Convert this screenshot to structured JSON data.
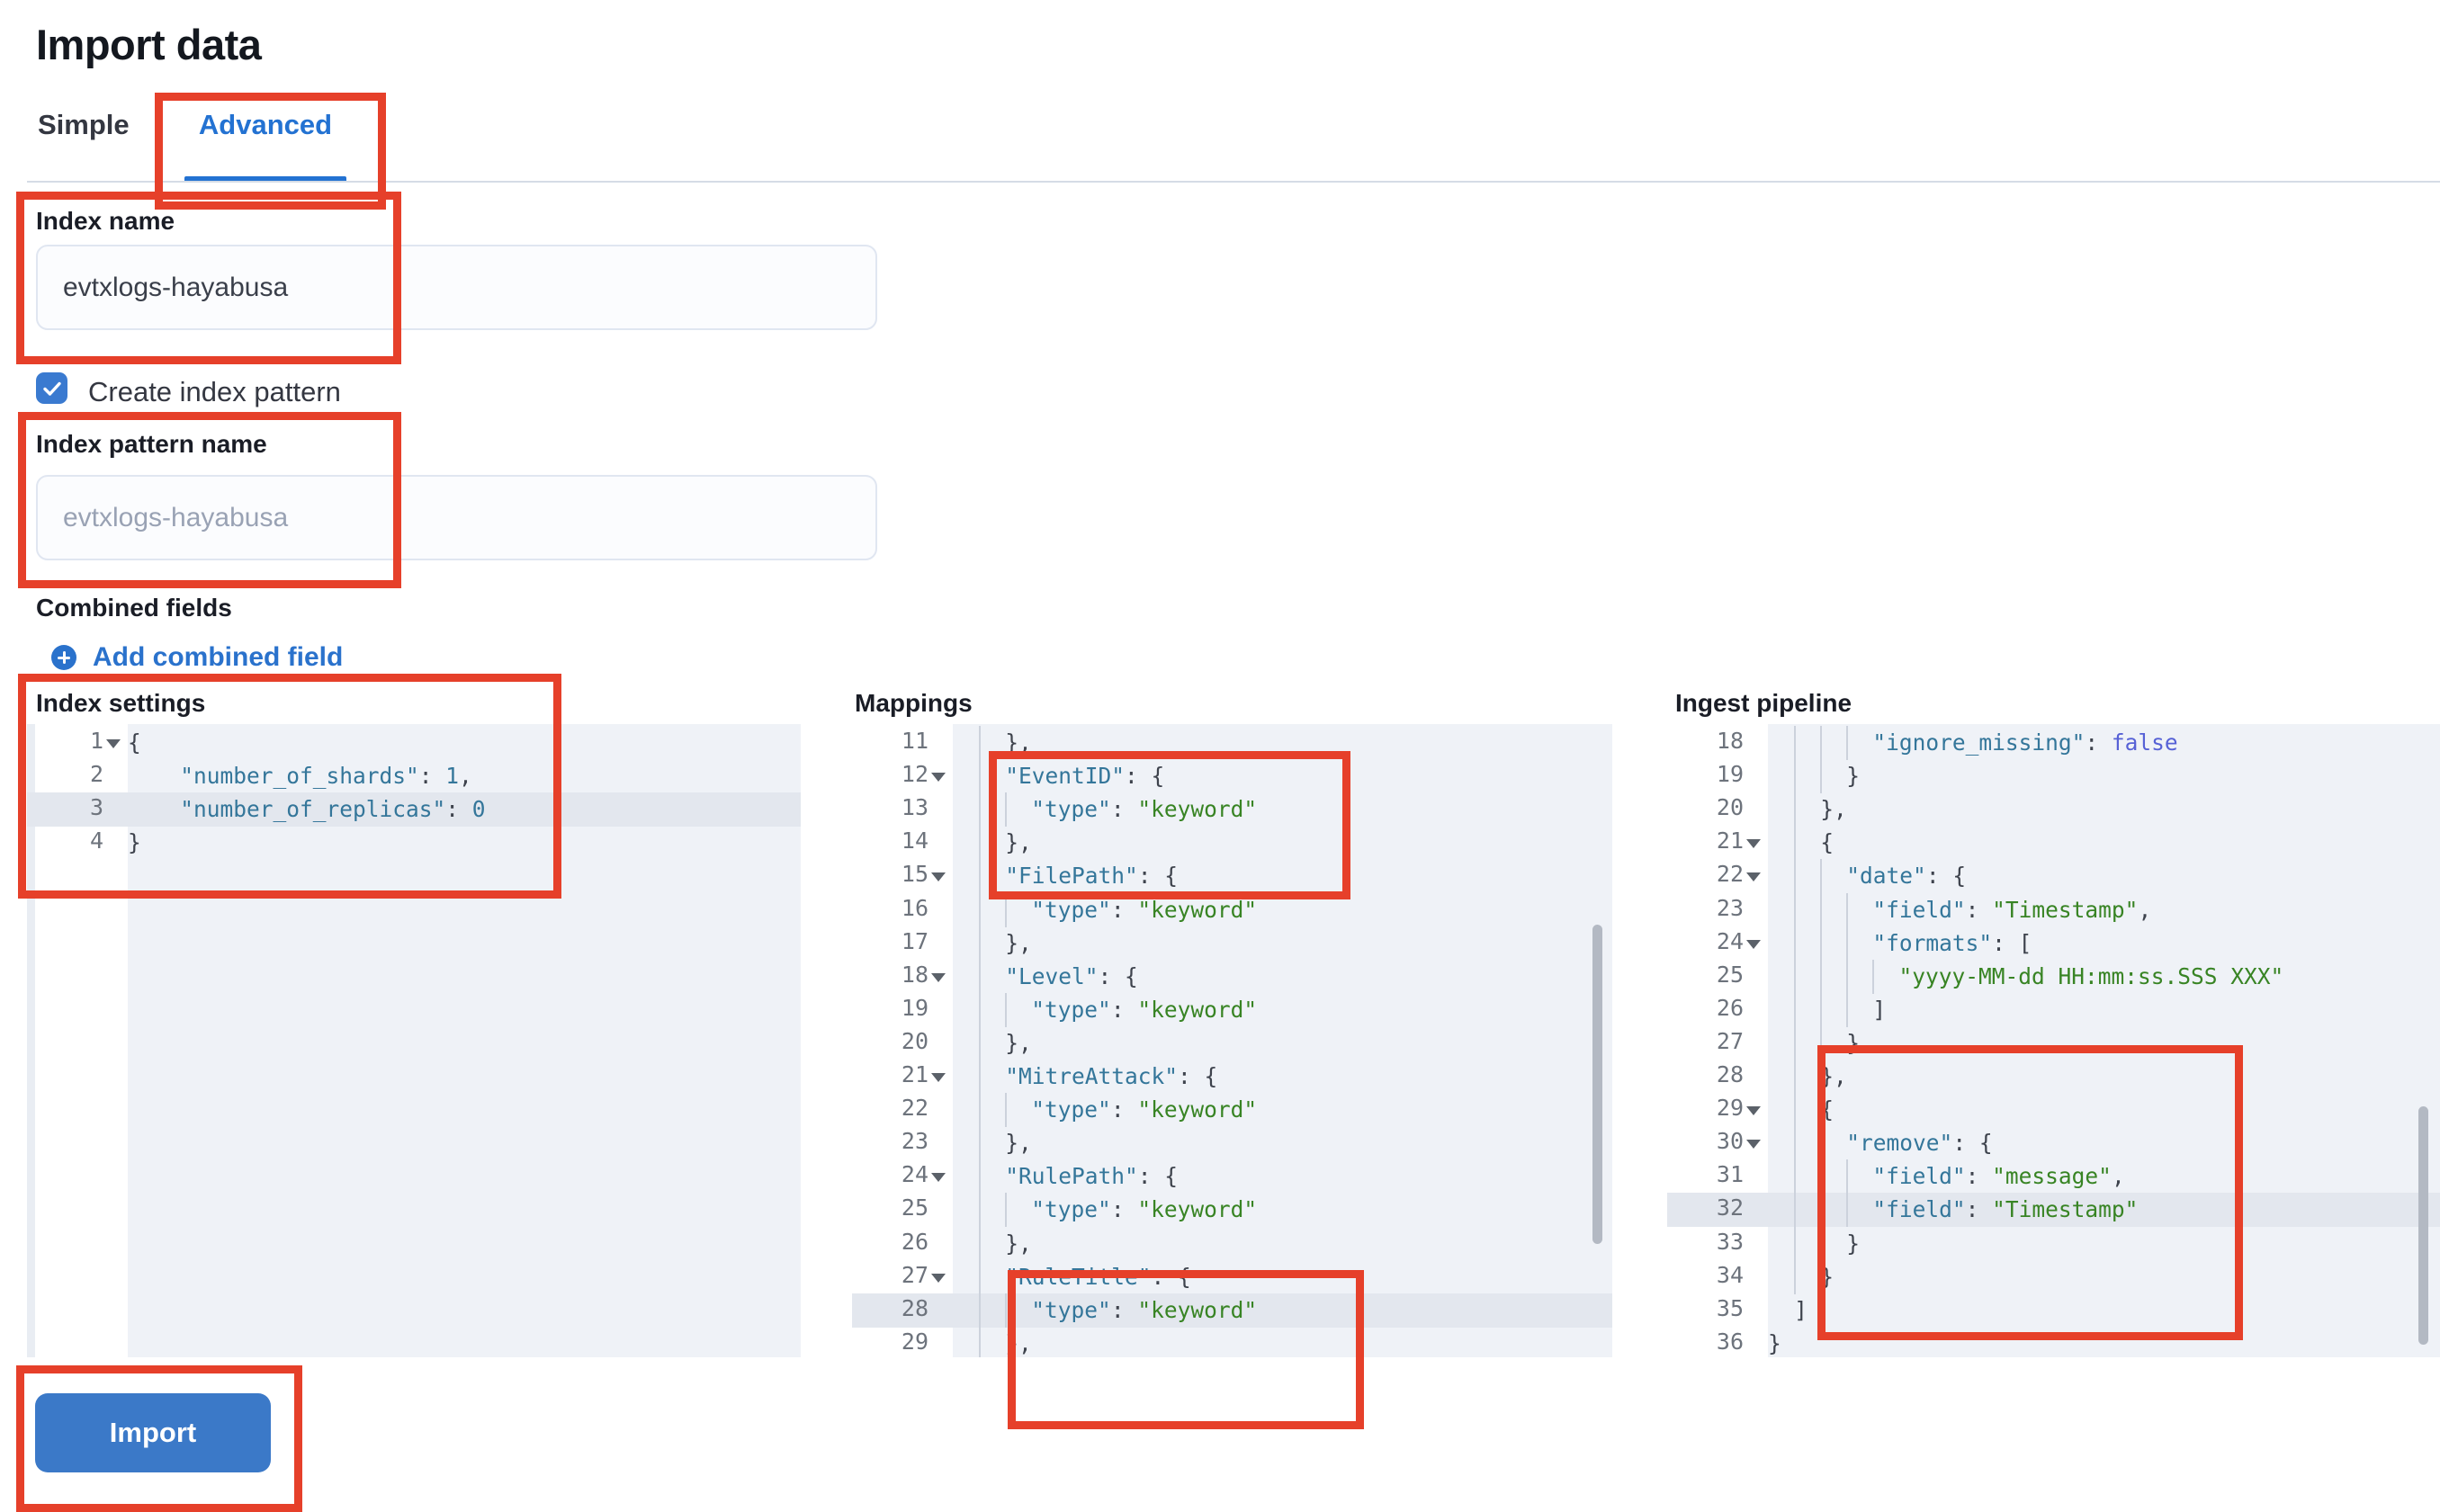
{
  "page": {
    "title": "Import data"
  },
  "tabs": {
    "simple": "Simple",
    "advanced": "Advanced",
    "selected": "Advanced"
  },
  "form": {
    "index_name": {
      "label": "Index name",
      "value": "evtxlogs-hayabusa"
    },
    "create_index_pattern": {
      "label": "Create index pattern",
      "checked": true
    },
    "index_pattern_name": {
      "label": "Index pattern name",
      "placeholder": "evtxlogs-hayabusa"
    },
    "combined_fields": {
      "label": "Combined fields",
      "add_link": "Add combined field"
    }
  },
  "editors": [
    {
      "id": "index-settings",
      "label": "Index settings",
      "lines": [
        {
          "n": 1,
          "fold": true,
          "g": 0,
          "i": 0,
          "hl": false,
          "t": [
            [
              "p",
              "{"
            ]
          ]
        },
        {
          "n": 2,
          "fold": false,
          "g": 0,
          "i": 4,
          "hl": false,
          "t": [
            [
              "k",
              "\"number_of_shards\""
            ],
            [
              "p",
              ": "
            ],
            [
              "n",
              "1"
            ],
            [
              "p",
              ","
            ]
          ]
        },
        {
          "n": 3,
          "fold": false,
          "g": 0,
          "i": 4,
          "hl": true,
          "t": [
            [
              "k",
              "\"number_of_replicas\""
            ],
            [
              "p",
              ": "
            ],
            [
              "n",
              "0"
            ]
          ]
        },
        {
          "n": 4,
          "fold": false,
          "g": 0,
          "i": 0,
          "hl": false,
          "t": [
            [
              "p",
              "}"
            ]
          ]
        }
      ]
    },
    {
      "id": "mappings",
      "label": "Mappings",
      "lines": [
        {
          "n": 11,
          "fold": false,
          "g": 1,
          "i": 4,
          "hl": false,
          "t": [
            [
              "p",
              "},"
            ]
          ]
        },
        {
          "n": 12,
          "fold": true,
          "g": 1,
          "i": 4,
          "hl": false,
          "t": [
            [
              "k",
              "\"EventID\""
            ],
            [
              "p",
              ": {"
            ]
          ]
        },
        {
          "n": 13,
          "fold": false,
          "g": 2,
          "i": 6,
          "hl": false,
          "t": [
            [
              "k",
              "\"type\""
            ],
            [
              "p",
              ": "
            ],
            [
              "s",
              "\"keyword\""
            ]
          ]
        },
        {
          "n": 14,
          "fold": false,
          "g": 1,
          "i": 4,
          "hl": false,
          "t": [
            [
              "p",
              "},"
            ]
          ]
        },
        {
          "n": 15,
          "fold": true,
          "g": 1,
          "i": 4,
          "hl": false,
          "t": [
            [
              "k",
              "\"FilePath\""
            ],
            [
              "p",
              ": {"
            ]
          ]
        },
        {
          "n": 16,
          "fold": false,
          "g": 2,
          "i": 6,
          "hl": false,
          "t": [
            [
              "k",
              "\"type\""
            ],
            [
              "p",
              ": "
            ],
            [
              "s",
              "\"keyword\""
            ]
          ]
        },
        {
          "n": 17,
          "fold": false,
          "g": 1,
          "i": 4,
          "hl": false,
          "t": [
            [
              "p",
              "},"
            ]
          ]
        },
        {
          "n": 18,
          "fold": true,
          "g": 1,
          "i": 4,
          "hl": false,
          "t": [
            [
              "k",
              "\"Level\""
            ],
            [
              "p",
              ": {"
            ]
          ]
        },
        {
          "n": 19,
          "fold": false,
          "g": 2,
          "i": 6,
          "hl": false,
          "t": [
            [
              "k",
              "\"type\""
            ],
            [
              "p",
              ": "
            ],
            [
              "s",
              "\"keyword\""
            ]
          ]
        },
        {
          "n": 20,
          "fold": false,
          "g": 1,
          "i": 4,
          "hl": false,
          "t": [
            [
              "p",
              "},"
            ]
          ]
        },
        {
          "n": 21,
          "fold": true,
          "g": 1,
          "i": 4,
          "hl": false,
          "t": [
            [
              "k",
              "\"MitreAttack\""
            ],
            [
              "p",
              ": {"
            ]
          ]
        },
        {
          "n": 22,
          "fold": false,
          "g": 2,
          "i": 6,
          "hl": false,
          "t": [
            [
              "k",
              "\"type\""
            ],
            [
              "p",
              ": "
            ],
            [
              "s",
              "\"keyword\""
            ]
          ]
        },
        {
          "n": 23,
          "fold": false,
          "g": 1,
          "i": 4,
          "hl": false,
          "t": [
            [
              "p",
              "},"
            ]
          ]
        },
        {
          "n": 24,
          "fold": true,
          "g": 1,
          "i": 4,
          "hl": false,
          "t": [
            [
              "k",
              "\"RulePath\""
            ],
            [
              "p",
              ": {"
            ]
          ]
        },
        {
          "n": 25,
          "fold": false,
          "g": 2,
          "i": 6,
          "hl": false,
          "t": [
            [
              "k",
              "\"type\""
            ],
            [
              "p",
              ": "
            ],
            [
              "s",
              "\"keyword\""
            ]
          ]
        },
        {
          "n": 26,
          "fold": false,
          "g": 1,
          "i": 4,
          "hl": false,
          "t": [
            [
              "p",
              "},"
            ]
          ]
        },
        {
          "n": 27,
          "fold": true,
          "g": 1,
          "i": 4,
          "hl": false,
          "t": [
            [
              "k",
              "\"RuleTitle\""
            ],
            [
              "p",
              ": {"
            ]
          ]
        },
        {
          "n": 28,
          "fold": false,
          "g": 2,
          "i": 6,
          "hl": true,
          "t": [
            [
              "k",
              "\"type\""
            ],
            [
              "p",
              ": "
            ],
            [
              "s",
              "\"keyword\""
            ]
          ]
        },
        {
          "n": 29,
          "fold": false,
          "g": 1,
          "i": 4,
          "hl": false,
          "t": [
            [
              "p",
              "},"
            ]
          ]
        }
      ]
    },
    {
      "id": "ingest-pipeline",
      "label": "Ingest pipeline",
      "lines": [
        {
          "n": 18,
          "fold": false,
          "g": 3,
          "i": 8,
          "hl": false,
          "t": [
            [
              "k",
              "\"ignore_missing\""
            ],
            [
              "p",
              ": "
            ],
            [
              "b",
              "false"
            ]
          ]
        },
        {
          "n": 19,
          "fold": false,
          "g": 2,
          "i": 6,
          "hl": false,
          "t": [
            [
              "p",
              "}"
            ]
          ]
        },
        {
          "n": 20,
          "fold": false,
          "g": 1,
          "i": 4,
          "hl": false,
          "t": [
            [
              "p",
              "},"
            ]
          ]
        },
        {
          "n": 21,
          "fold": true,
          "g": 1,
          "i": 4,
          "hl": false,
          "t": [
            [
              "p",
              "{"
            ]
          ]
        },
        {
          "n": 22,
          "fold": true,
          "g": 2,
          "i": 6,
          "hl": false,
          "t": [
            [
              "k",
              "\"date\""
            ],
            [
              "p",
              ": {"
            ]
          ]
        },
        {
          "n": 23,
          "fold": false,
          "g": 3,
          "i": 8,
          "hl": false,
          "t": [
            [
              "k",
              "\"field\""
            ],
            [
              "p",
              ": "
            ],
            [
              "s",
              "\"Timestamp\""
            ],
            [
              "p",
              ","
            ]
          ]
        },
        {
          "n": 24,
          "fold": true,
          "g": 3,
          "i": 8,
          "hl": false,
          "t": [
            [
              "k",
              "\"formats\""
            ],
            [
              "p",
              ": ["
            ]
          ]
        },
        {
          "n": 25,
          "fold": false,
          "g": 4,
          "i": 10,
          "hl": false,
          "t": [
            [
              "s",
              "\"yyyy-MM-dd HH:mm:ss.SSS XXX\""
            ]
          ]
        },
        {
          "n": 26,
          "fold": false,
          "g": 3,
          "i": 8,
          "hl": false,
          "t": [
            [
              "p",
              "]"
            ]
          ]
        },
        {
          "n": 27,
          "fold": false,
          "g": 2,
          "i": 6,
          "hl": false,
          "t": [
            [
              "p",
              "}"
            ]
          ]
        },
        {
          "n": 28,
          "fold": false,
          "g": 1,
          "i": 4,
          "hl": false,
          "t": [
            [
              "p",
              "},"
            ]
          ]
        },
        {
          "n": 29,
          "fold": true,
          "g": 1,
          "i": 4,
          "hl": false,
          "t": [
            [
              "p",
              "{"
            ]
          ]
        },
        {
          "n": 30,
          "fold": true,
          "g": 2,
          "i": 6,
          "hl": false,
          "t": [
            [
              "k",
              "\"remove\""
            ],
            [
              "p",
              ": {"
            ]
          ]
        },
        {
          "n": 31,
          "fold": false,
          "g": 3,
          "i": 8,
          "hl": false,
          "t": [
            [
              "k",
              "\"field\""
            ],
            [
              "p",
              ": "
            ],
            [
              "s",
              "\"message\""
            ],
            [
              "p",
              ","
            ]
          ]
        },
        {
          "n": 32,
          "fold": false,
          "g": 3,
          "i": 8,
          "hl": true,
          "t": [
            [
              "k",
              "\"field\""
            ],
            [
              "p",
              ": "
            ],
            [
              "s",
              "\"Timestamp\""
            ]
          ]
        },
        {
          "n": 33,
          "fold": false,
          "g": 2,
          "i": 6,
          "hl": false,
          "t": [
            [
              "p",
              "}"
            ]
          ]
        },
        {
          "n": 34,
          "fold": false,
          "g": 1,
          "i": 4,
          "hl": false,
          "t": [
            [
              "p",
              "}"
            ]
          ]
        },
        {
          "n": 35,
          "fold": false,
          "g": 0,
          "i": 2,
          "hl": false,
          "t": [
            [
              "p",
              "]"
            ]
          ]
        },
        {
          "n": 36,
          "fold": false,
          "g": 0,
          "i": 0,
          "hl": false,
          "t": [
            [
              "p",
              "}"
            ]
          ]
        }
      ]
    }
  ],
  "import_button": {
    "label": "Import"
  },
  "colors": {
    "annotation_red": "#e6402a",
    "primary_blue": "#2372d2",
    "button_blue": "#3b79c8",
    "code_key_teal": "#34769a",
    "code_string_green": "#388424",
    "code_boolean_indigo": "#5661d6",
    "editor_background": "#eff2f7",
    "active_line_highlight": "#e3e7ee"
  }
}
